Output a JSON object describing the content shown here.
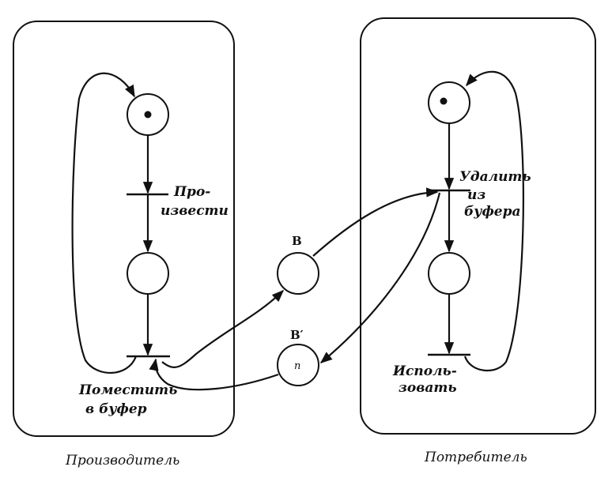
{
  "producer": {
    "caption": "Производитель",
    "t_produce_label": [
      "Про-",
      "извести"
    ],
    "t_put_label": [
      "Поместить",
      "в буфер"
    ]
  },
  "consumer": {
    "caption": "Потребитель",
    "t_remove_label": [
      "Удалить",
      "из",
      "буфера"
    ],
    "t_use_label": [
      "Исполь-",
      "зовать"
    ]
  },
  "buffer": {
    "place_b_label": "B",
    "place_b_prime_label": "B′",
    "place_b_prime_tokens": "n"
  }
}
